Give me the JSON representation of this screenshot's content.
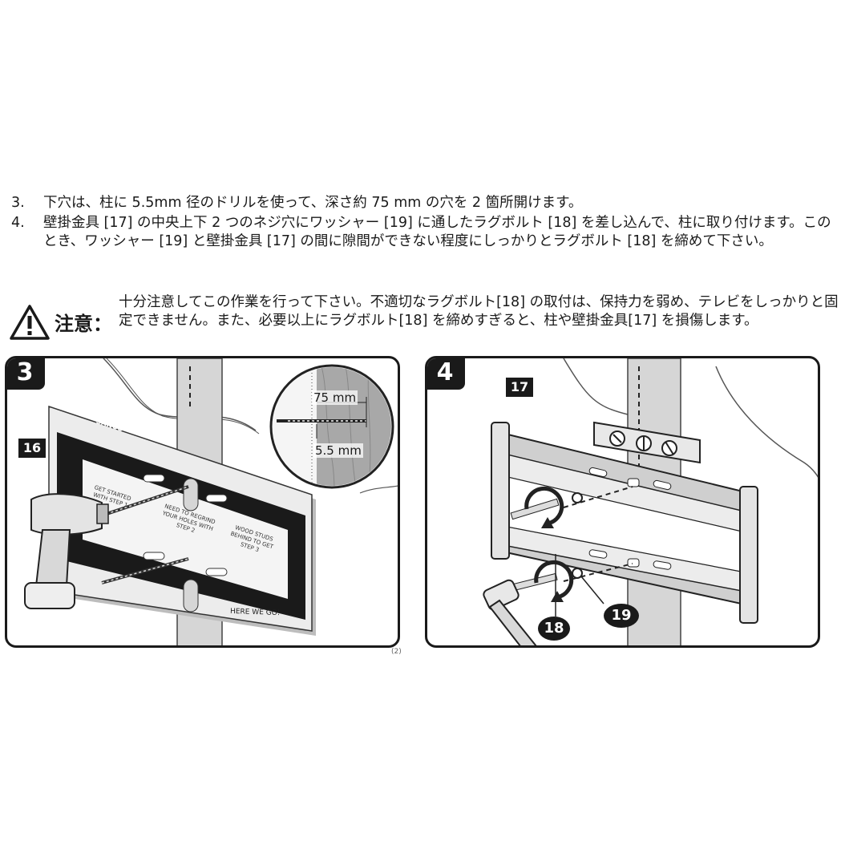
{
  "instructions": {
    "step3": {
      "number": "3.",
      "text": "下穴は、柱に 5.5mm 径のドリルを使って、深さ約 75 mm の穴を 2 箇所開けます。"
    },
    "step4": {
      "number": "4.",
      "text": "壁掛金具 [17] の中央上下 2 つのネジ穴にワッシャー [19] に通したラグボルト [18] を差し込んで、柱に取り付けます。このとき、ワッシャー [19] と壁掛金具 [17] の間に隙間ができない程度にしっかりとラグボルト [18] を締めて下さい。"
    }
  },
  "caution": {
    "label": "注意：",
    "icon": "warning-triangle-icon",
    "text": "十分注意してこの作業を行って下さい。不適切なラグボルト[18] の取付は、保持力を弱め、テレビをしっかりと固定できません。また、必要以上にラグボルト[18] を締めすぎると、柱や壁掛金具[17] を損傷します。"
  },
  "panel3": {
    "step_label": "3",
    "part_label": "16",
    "depth_label": "75 mm",
    "diameter_label": "5.5 mm",
    "brand": "SANUS",
    "plate_texts": [
      "GET STARTED WITH STEP 1",
      "NEED TO REGRIND YOUR HOLES WITH STEP 2",
      "WOOD STUDS BEHIND TO GET STEP 3"
    ],
    "footer_text": "HERE WE GO!"
  },
  "panel4": {
    "step_label": "4",
    "bracket_label": "17",
    "bolt_label": "18",
    "washer_label": "19"
  },
  "page_number": "(2)"
}
